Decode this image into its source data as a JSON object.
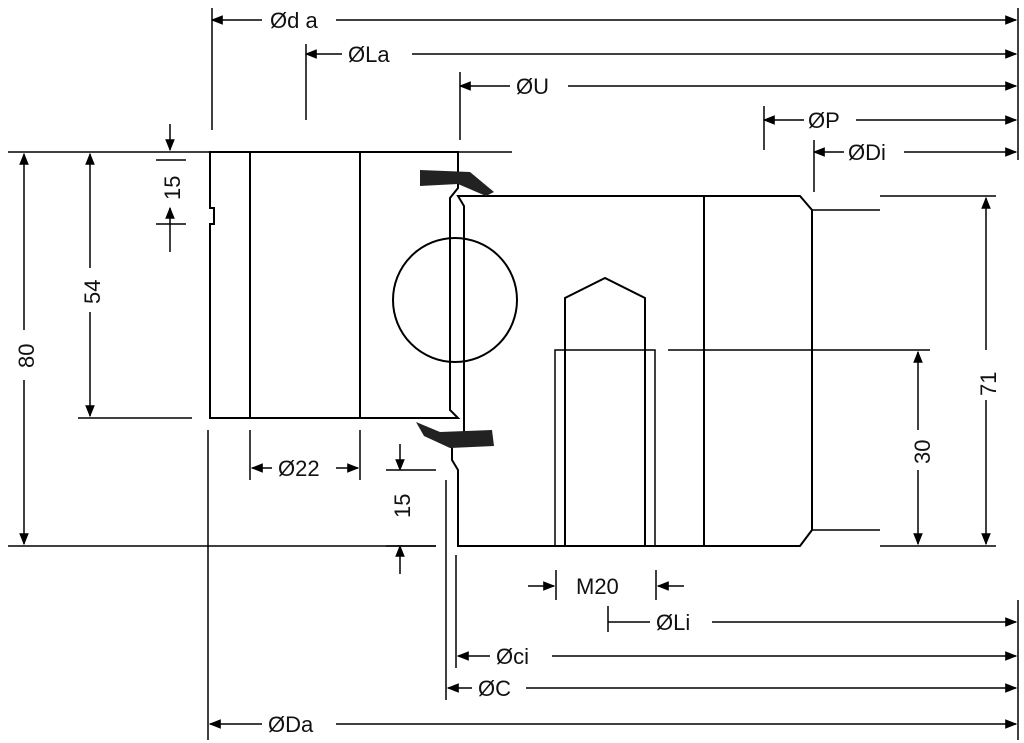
{
  "colors": {
    "ring_fill": "#a9c5e6",
    "line": "#000000",
    "background": "#ffffff"
  },
  "diameters": {
    "da": "ØDa",
    "da_small": "Ød a",
    "la": "ØLa",
    "u": "ØU",
    "p": "ØP",
    "di": "ØDi",
    "li": "ØLi",
    "ci": "Øci",
    "c": "ØC",
    "hole": "Ø22"
  },
  "dimensions": {
    "outer_step": "15",
    "outer_bore_height": "54",
    "total_height": "80",
    "inner_step": "15",
    "thread_depth": "30",
    "inner_height": "71",
    "thread": "M20"
  }
}
